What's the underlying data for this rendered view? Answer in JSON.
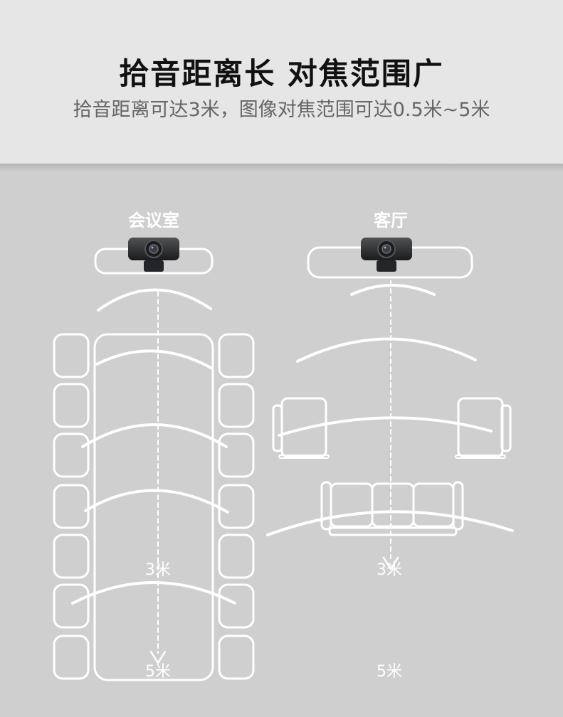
{
  "header": {
    "title": "拾音距离长 对焦范围广",
    "subtitle": "拾音距离可达3米，图像对焦范围可达0.5米~5米"
  },
  "meeting_room": {
    "label": "会议室",
    "dist_3m": "3米",
    "dist_5m": "5米"
  },
  "living_room": {
    "label": "客厅",
    "dist_3m": "3米",
    "dist_5m": "5米"
  },
  "colors": {
    "background": "#cfcfcf",
    "header_background": "#e6e6e6",
    "outline": "#ffffff",
    "camera_body": "#2b2d30"
  },
  "icons": [
    "webcam-icon",
    "conference-table-icon",
    "chair-icon",
    "sofa-icon",
    "armchair-icon"
  ]
}
